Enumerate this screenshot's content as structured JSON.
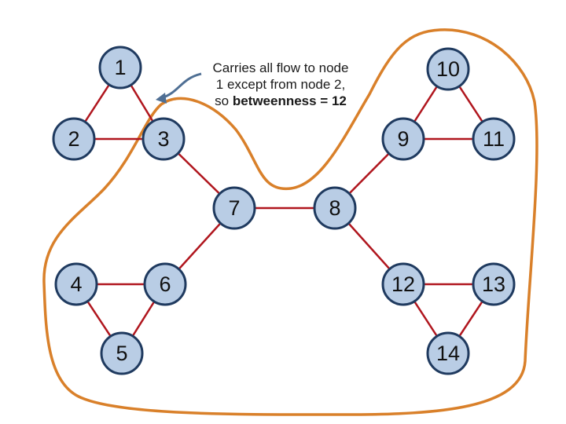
{
  "annotation": {
    "line1": "Carries all flow to node",
    "line2": "1 except from node 2,",
    "line3_prefix": "so ",
    "line3_bold": "betweenness = 12"
  },
  "nodes": [
    {
      "id": "1",
      "label": "1"
    },
    {
      "id": "2",
      "label": "2"
    },
    {
      "id": "3",
      "label": "3"
    },
    {
      "id": "4",
      "label": "4"
    },
    {
      "id": "5",
      "label": "5"
    },
    {
      "id": "6",
      "label": "6"
    },
    {
      "id": "7",
      "label": "7"
    },
    {
      "id": "8",
      "label": "8"
    },
    {
      "id": "9",
      "label": "9"
    },
    {
      "id": "10",
      "label": "10"
    },
    {
      "id": "11",
      "label": "11"
    },
    {
      "id": "12",
      "label": "12"
    },
    {
      "id": "13",
      "label": "13"
    },
    {
      "id": "14",
      "label": "14"
    }
  ],
  "edges": [
    [
      "1",
      "2"
    ],
    [
      "1",
      "3"
    ],
    [
      "2",
      "3"
    ],
    [
      "3",
      "7"
    ],
    [
      "6",
      "7"
    ],
    [
      "4",
      "6"
    ],
    [
      "4",
      "5"
    ],
    [
      "5",
      "6"
    ],
    [
      "7",
      "8"
    ],
    [
      "8",
      "9"
    ],
    [
      "8",
      "12"
    ],
    [
      "9",
      "10"
    ],
    [
      "9",
      "11"
    ],
    [
      "10",
      "11"
    ],
    [
      "12",
      "13"
    ],
    [
      "12",
      "14"
    ],
    [
      "13",
      "14"
    ]
  ],
  "colors": {
    "node_fill": "#b9cde5",
    "node_stroke": "#1f3a5f",
    "edge": "#b0161e",
    "boundary": "#d9802a",
    "arrow": "#4f6f94"
  }
}
